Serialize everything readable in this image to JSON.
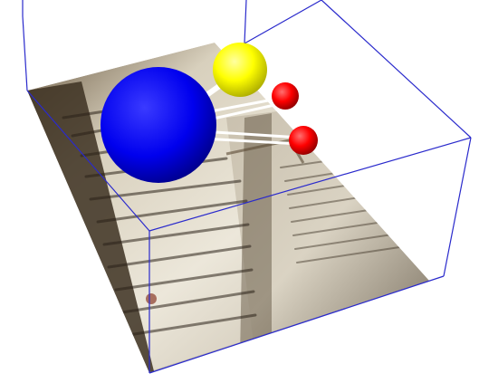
{
  "scene": {
    "background": "#ffffff",
    "box_edge_color": "#2a2acc",
    "texture_subject": "open-manuscript-page",
    "atoms": [
      {
        "name": "large-blue-sphere",
        "color": "#0000ff"
      },
      {
        "name": "yellow-sphere",
        "color": "#ffff00"
      },
      {
        "name": "red-sphere-upper",
        "color": "#ff0000"
      },
      {
        "name": "red-sphere-lower",
        "color": "#ff0000"
      }
    ],
    "bond_color": "#ffffff"
  }
}
